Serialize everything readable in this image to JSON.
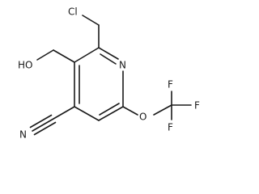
{
  "molecule": {
    "atoms": {
      "chlorine": "Cl",
      "hydroxyl": "HO",
      "ring_nitrogen": "N",
      "nitrile_nitrogen": "N",
      "ether_oxygen": "O",
      "fluorine_top": "F",
      "fluorine_right": "F",
      "fluorine_bottom": "F"
    }
  },
  "colors": {
    "ink": "#1a1a1a",
    "background": "#ffffff"
  }
}
